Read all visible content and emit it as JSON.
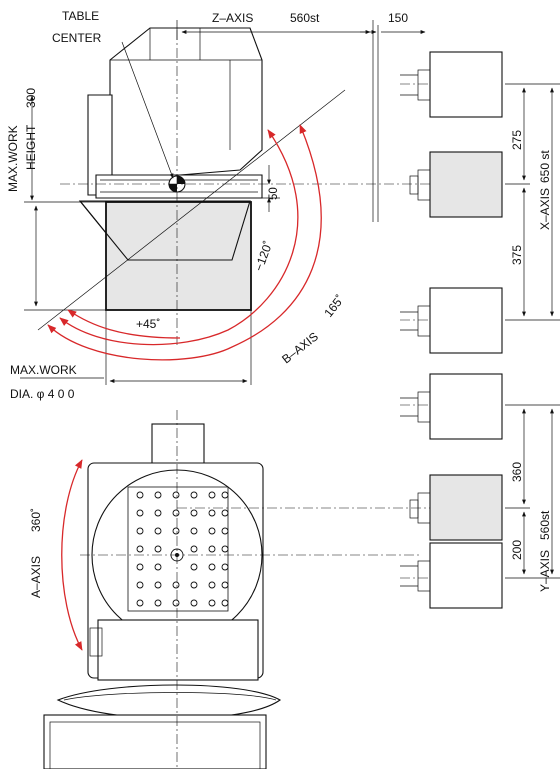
{
  "labels": {
    "table": "TABLE",
    "center": "CENTER",
    "z_axis": "Z–AXIS",
    "z_stroke": "560st",
    "dim_150": "150",
    "max_work_height_1": "MAX.WORK",
    "max_work_height_2": "HEIGHT",
    "dim_300": "300",
    "dim_50": "50",
    "angle_neg120": "−120˚",
    "angle_165": "165˚",
    "angle_45": "+45˚",
    "b_axis": "B–AXIS",
    "max_work_dia_1": "MAX.WORK",
    "max_work_dia_2": "DIA. φ 4 0 0",
    "a_axis": "A–AXIS",
    "angle_360": "360˚",
    "dim_275": "275",
    "dim_375": "375",
    "x_axis": "X–AXIS",
    "x_stroke": "650 st",
    "dim_360": "360",
    "dim_200": "200",
    "y_axis": "Y–AXIS",
    "y_stroke": "560st"
  },
  "colors": {
    "line": "#111111",
    "arc": "#d8282a",
    "shaded": "#e6e6e6"
  }
}
